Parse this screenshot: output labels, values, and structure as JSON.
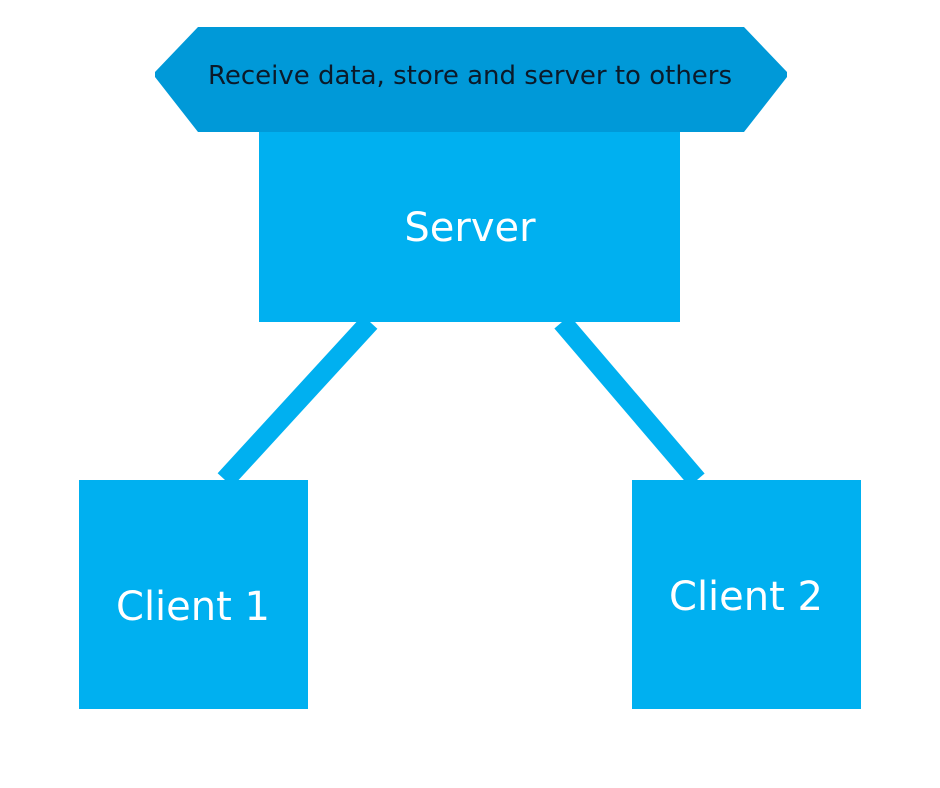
{
  "diagram": {
    "banner": {
      "text": "Receive data, store and server to others"
    },
    "server": {
      "label": "Server"
    },
    "client1": {
      "label": "Client 1"
    },
    "client2": {
      "label": "Client 2"
    }
  },
  "colors": {
    "node_fill": "#00b0f0",
    "banner_fill": "#0099d8",
    "connector": "#00b0f0",
    "background": "#ffffff"
  }
}
